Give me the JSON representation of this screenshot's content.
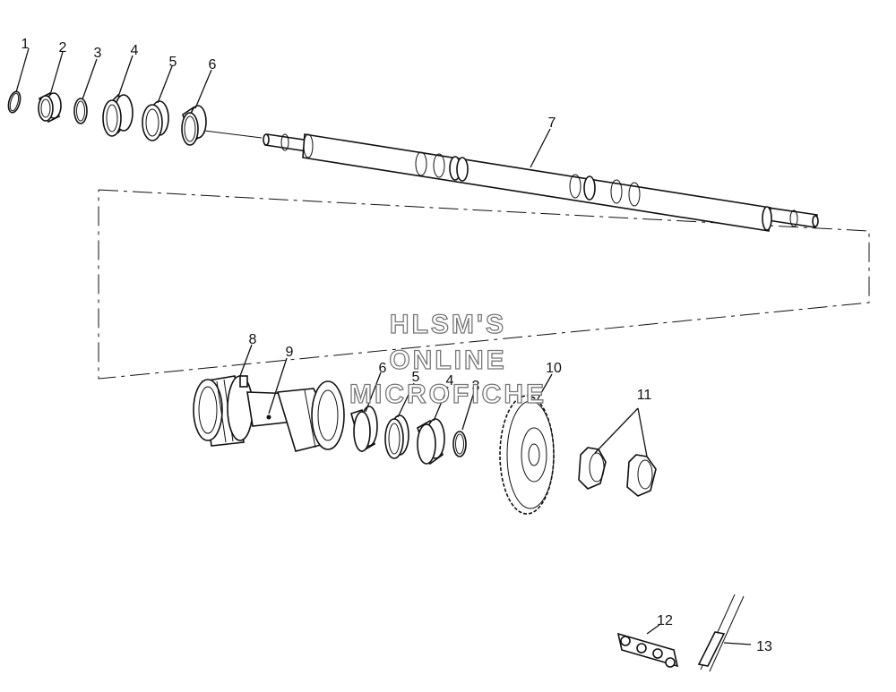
{
  "callouts": {
    "top": [
      "1",
      "2",
      "3",
      "4",
      "5",
      "6",
      "7"
    ],
    "mid": [
      "8",
      "9",
      "6",
      "5",
      "4",
      "3",
      "10",
      "11"
    ],
    "bottom": [
      "12",
      "13"
    ]
  },
  "watermark": {
    "line1": "HLSM'S",
    "line2": "ONLINE",
    "line3": "MICROFICHE"
  }
}
